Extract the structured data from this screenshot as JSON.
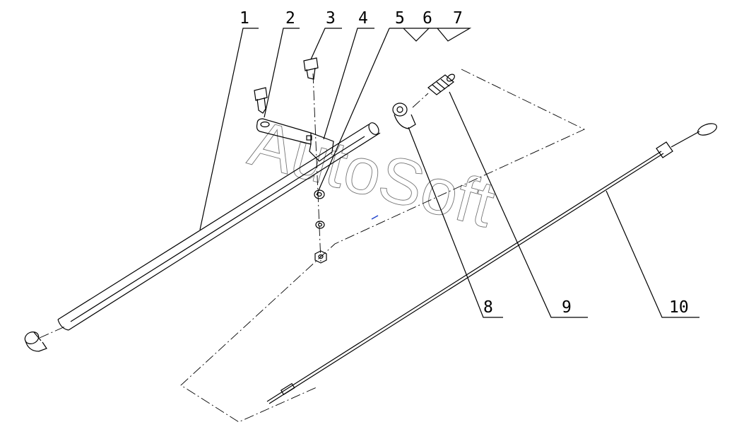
{
  "watermark": "AutoSoft",
  "callouts": [
    "1",
    "2",
    "3",
    "4",
    "5",
    "6",
    "7",
    "8",
    "9",
    "10"
  ]
}
